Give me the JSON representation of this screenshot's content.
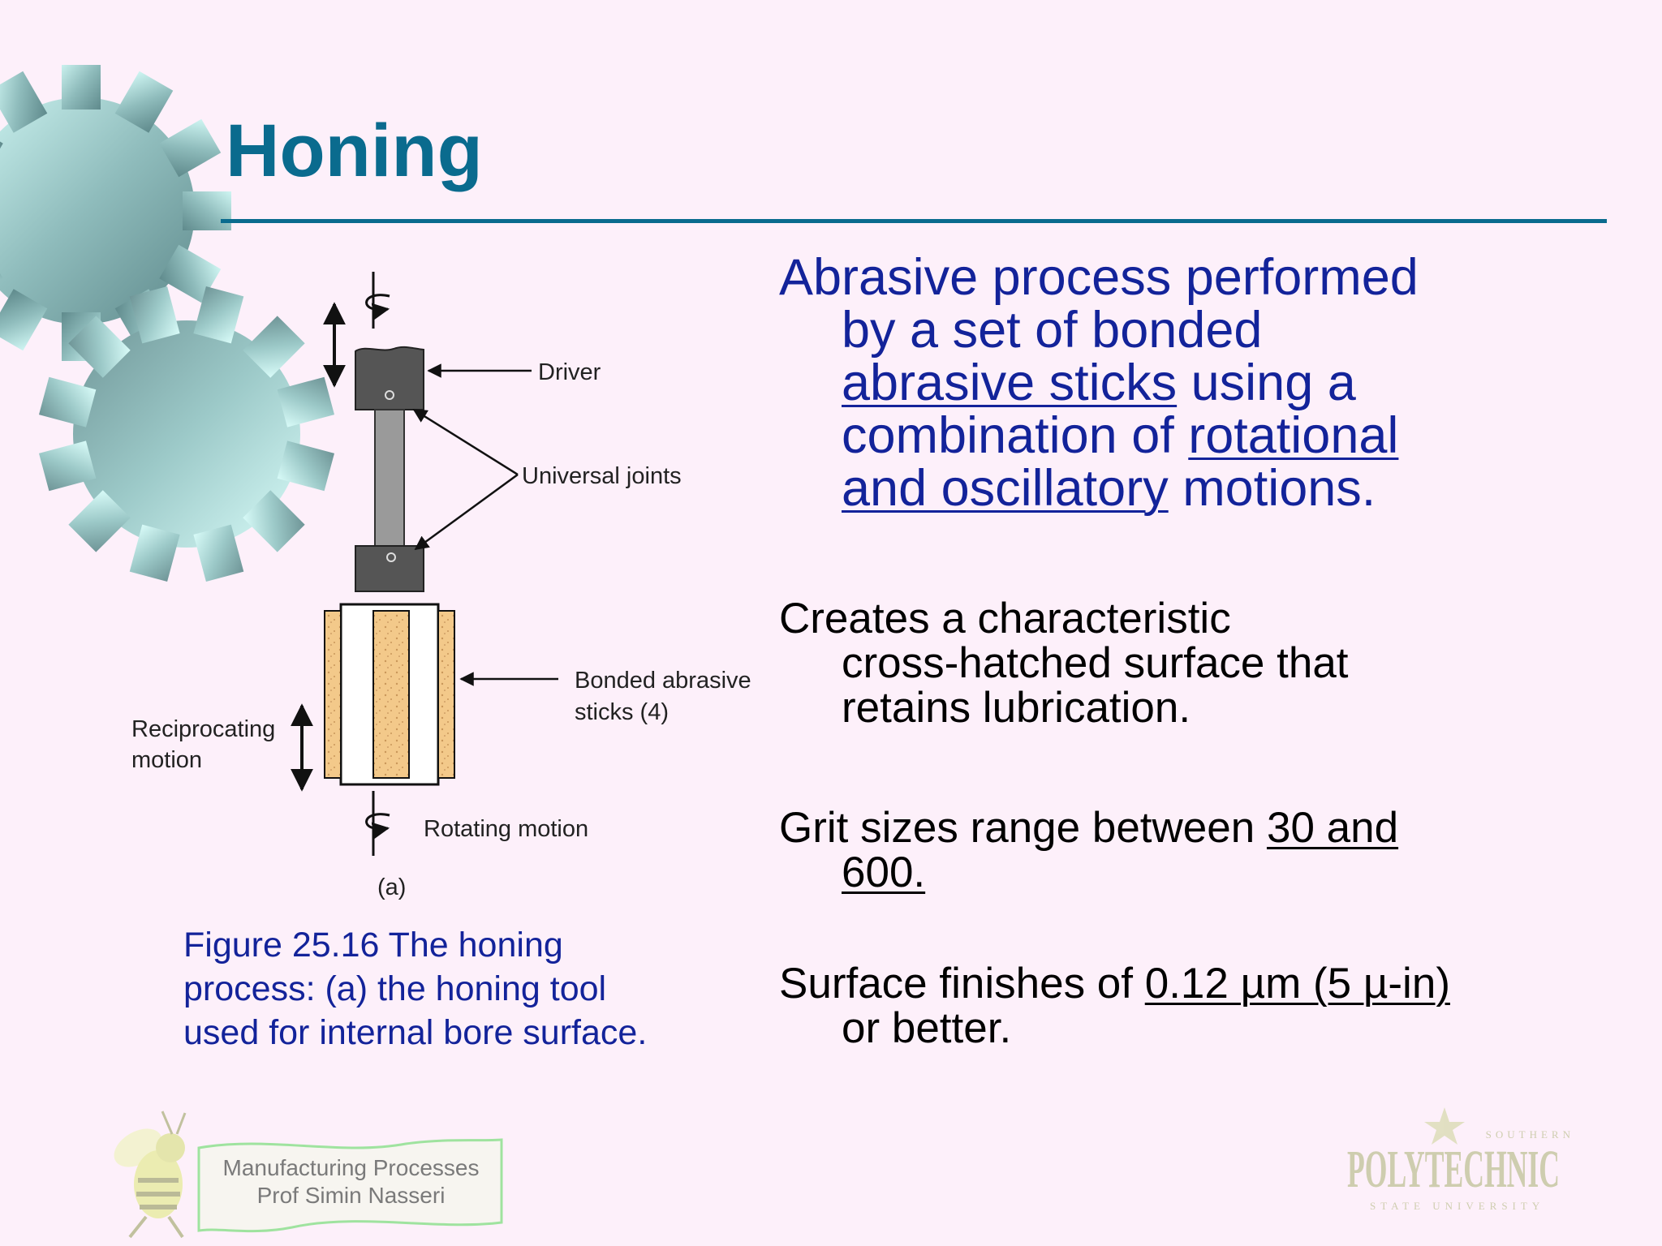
{
  "slide": {
    "title": "Honing",
    "p1": {
      "l1": "Abrasive process performed",
      "l2": "by a set of bonded",
      "l3a": "abrasive sticks",
      "l3b": " using a",
      "l4a": "combination of ",
      "l4b": "rotational",
      "l5a": "and oscillatory",
      "l5b": " motions."
    },
    "p2": {
      "l1": "Creates a characteristic",
      "l2": "cross-hatched surface that",
      "l3": "retains lubrication."
    },
    "p3": {
      "l1a": "Grit sizes range between ",
      "l1b": "30 and",
      "l2": "600."
    },
    "p4": {
      "l1a": "Surface finishes of ",
      "l1b": "0.12 µm (5 µ-in)",
      "l2": "or better."
    }
  },
  "figure": {
    "labels": {
      "driver": "Driver",
      "universal_joints": "Universal joints",
      "bonded_1": "Bonded abrasive",
      "bonded_2": "sticks (4)",
      "reciprocating_1": "Reciprocating",
      "reciprocating_2": "motion",
      "rotating": "Rotating motion",
      "sub": "(a)"
    },
    "caption": {
      "l1": "Figure 25.16  The honing",
      "l2": "process: (a) the honing tool",
      "l3": "used for internal bore surface."
    }
  },
  "footer": {
    "course": "Manufacturing Processes",
    "professor": "Prof Simin Nasseri",
    "logo_text": "POLYTECHNIC",
    "logo_top": "SOUTHERN",
    "logo_bottom": "STATE UNIVERSITY"
  },
  "colors": {
    "background": "#fdf0fa",
    "title": "#0a6b8e",
    "accent_text": "#13239a"
  }
}
